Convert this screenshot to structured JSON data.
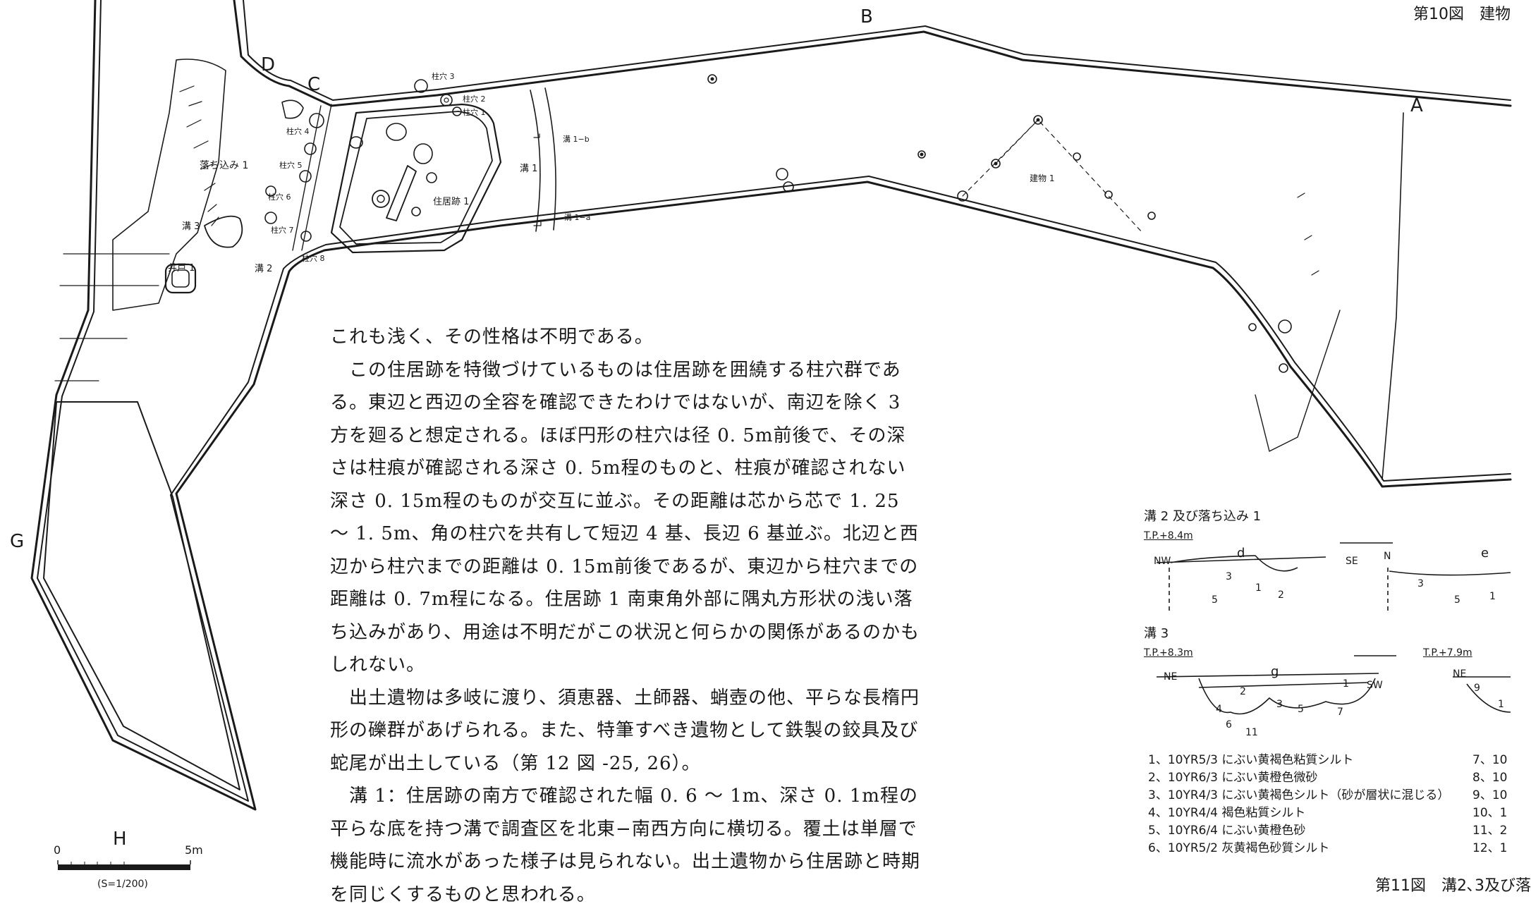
{
  "figure_title": "第10図　建物",
  "figure11_title": "第11図　溝2､3及び落",
  "map_labels": {
    "A": "A",
    "B": "B",
    "C": "C",
    "D": "D",
    "G": "G",
    "H": "H",
    "pit1": "柱穴 1",
    "pit2": "柱穴 2",
    "pit3": "柱穴 3",
    "pit4": "柱穴 4",
    "pit5": "柱穴 5",
    "pit6": "柱穴 6",
    "pit7": "柱穴 7",
    "pit8": "柱穴 8",
    "ochikomi1": "落ち込み 1",
    "mizo1": "溝 1",
    "mizo1a": "溝 1−a",
    "mizo1b": "溝 1−b",
    "mizo2": "溝 2",
    "mizo3": "溝 3",
    "ido1": "井戸 1",
    "jukyo1": "住居跡 1",
    "tatemono1": "建物 1"
  },
  "body_paragraphs": [
    "これも浅く、その性格は不明である。",
    "　この住居跡を特徴づけているものは住居跡を囲繞する柱穴群である。東辺と西辺の全容を確認できたわけではないが、南辺を除く 3 方を廻ると想定される。ほぼ円形の柱穴は径 0. 5m前後で、その深さは柱痕が確認される深さ 0. 5m程のものと、柱痕が確認されない深さ 0. 15m程のものが交互に並ぶ。その距離は芯から芯で 1. 25 ～ 1. 5m、角の柱穴を共有して短辺 4 基、長辺 6 基並ぶ。北辺と西辺から柱穴までの距離は 0. 15m前後であるが、東辺から柱穴までの距離は 0. 7m程になる。住居跡 1 南東角外部に隅丸方形状の浅い落ち込みがあり、用途は不明だがこの状況と何らかの関係があるのかもしれない。",
    "　出土遺物は多岐に渡り、須恵器、土師器、蛸壺の他、平らな長楕円形の礫群があげられる。また、特筆すべき遺物として鉄製の鉸具及び蛇尾が出土している（第 12 図 -25, 26）。",
    "　溝 1：住居跡の南方で確認された幅 0. 6 ～ 1m、深さ 0. 1m程の平らな底を持つ溝で調査区を北東−南西方向に横切る。覆土は単層で機能時に流水があった様子は見られない。出土遺物から住居跡と時期を同じくするものと思われる。"
  ],
  "section_headings": {
    "mizo2_ochikomi": "溝 2 及び落ち込み 1",
    "mizo3": "溝 3"
  },
  "elevations": {
    "d": "T.P.+8.4m",
    "g": "T.P.+8.3m",
    "h": "T.P.+7.9m"
  },
  "section_labels": {
    "d": "d",
    "e": "e",
    "g": "g",
    "NW": "NW",
    "SE": "SE",
    "N": "N",
    "NE": "NE",
    "SW": "SW",
    "NE2": "NE",
    "d_layers": [
      "3",
      "1",
      "2",
      "5"
    ],
    "e_layers": [
      "3",
      "5",
      "1"
    ],
    "g_layers": [
      "1",
      "2",
      "3",
      "4",
      "5",
      "6",
      "7",
      "11"
    ],
    "h_layers": [
      "9",
      "1"
    ]
  },
  "legend_left": [
    "1、10YR5/3 にぶい黄褐色粘質シルト",
    "2、10YR6/3 にぶい黄橙色微砂",
    "3、10YR4/3 にぶい黄褐色シルト（砂が層状に混じる）",
    "4、10YR4/4 褐色粘質シルト",
    "5、10YR6/4 にぶい黄橙色砂",
    "6、10YR5/2 灰黄褐色砂質シルト"
  ],
  "legend_right": [
    "7、10",
    "8、10",
    "9、10",
    "10、1",
    "11、2",
    "12、1"
  ],
  "scale": {
    "zero": "0",
    "five": "5m",
    "ratio": "(S=1/200)"
  }
}
